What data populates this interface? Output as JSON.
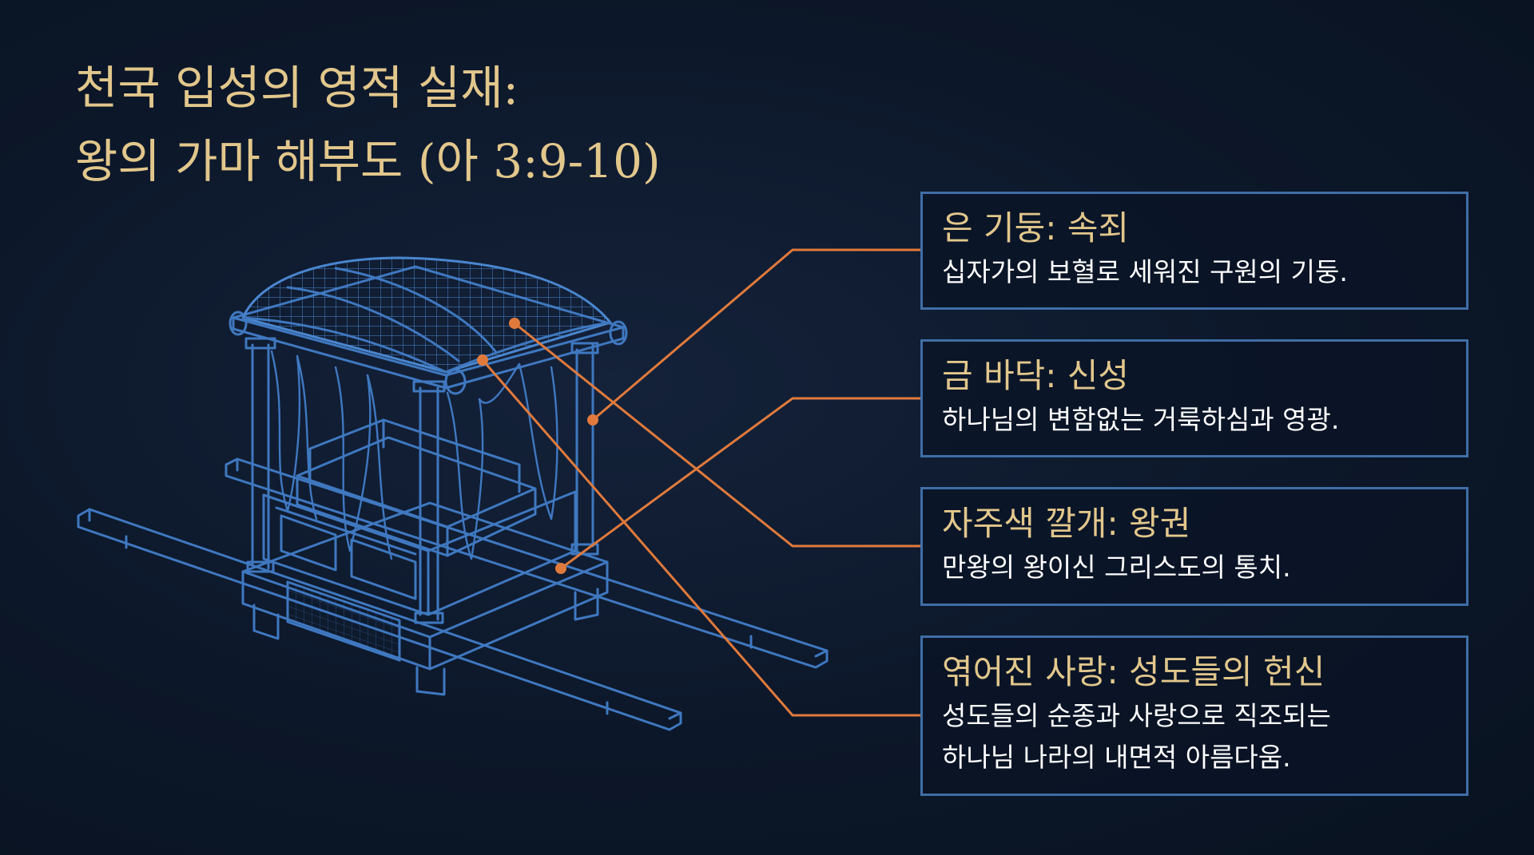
{
  "title": {
    "line1": "천국 입성의 영적 실재:",
    "line2": "왕의 가마 해부도 (아 3:9-10)"
  },
  "colors": {
    "background": "#0b1628",
    "title_gold": "#e2c78c",
    "wireframe_blue": "#3f78c0",
    "leader_orange": "#e07a3c",
    "box_border": "#3f6ea6",
    "body_text": "#ffffff"
  },
  "callouts": [
    {
      "heading": "은 기둥: 속죄",
      "body": [
        "십자가의 보혈로 세워진 구원의 기둥."
      ]
    },
    {
      "heading": "금 바닥: 신성",
      "body": [
        "하나님의 변함없는 거룩하심과 영광."
      ]
    },
    {
      "heading": "자주색 깔개: 왕권",
      "body": [
        "만왕의 왕이신 그리스도의 통치."
      ]
    },
    {
      "heading": "엮어진 사랑: 성도들의 헌신",
      "body": [
        "성도들의 순종과 사랑으로 직조되는",
        "하나님 나라의 내면적 아름다움."
      ]
    }
  ],
  "illustration": {
    "subject": "palanquin-wireframe",
    "icon": "royal-palanquin-icon"
  }
}
